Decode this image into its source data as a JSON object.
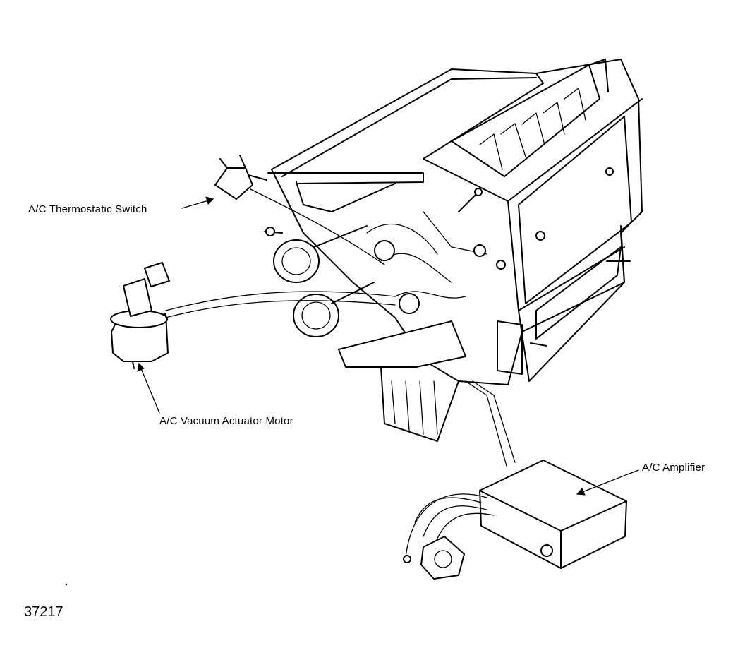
{
  "labels": {
    "thermostatic_switch": "A/C Thermostatic Switch",
    "vacuum_actuator_motor": "A/C Vacuum Actuator Motor",
    "amplifier": "A/C Amplifier"
  },
  "figure_number": "37217"
}
